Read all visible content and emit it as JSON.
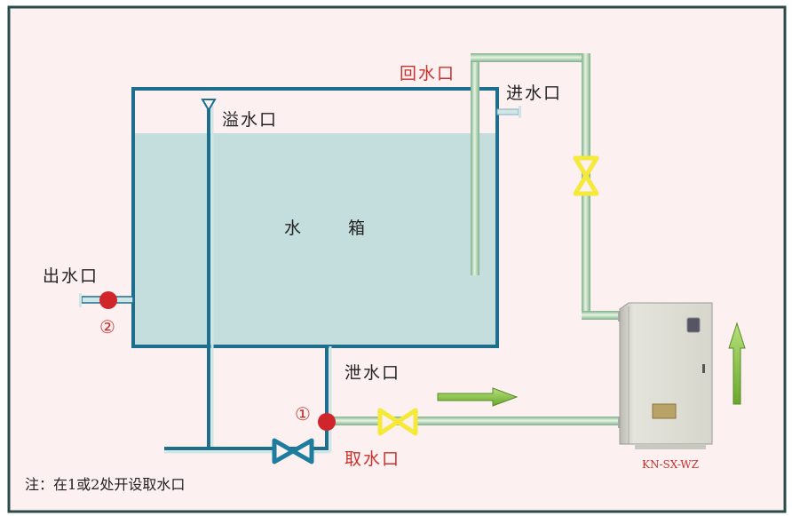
{
  "labels": {
    "return_port": "回水口",
    "inlet_port": "进水口",
    "overflow_port": "溢水口",
    "tank_char1": "水",
    "tank_char2": "箱",
    "outlet_port": "出水口",
    "drain_port": "泄水口",
    "intake_port": "取水口",
    "marker_1": "①",
    "marker_2": "②",
    "device_model": "KN-SX-WZ",
    "note": "注：在1或2处开设取水口"
  },
  "colors": {
    "background": "#fcf0f0",
    "frame": "#2b4b4b",
    "tank_water": "#c4dedd",
    "tank_border": "#1e6e8e",
    "pipe_green": "#b5d9b0",
    "valve_yellow": "#f5e93a",
    "valve_blue": "#1e7d9e",
    "marker_red": "#d0252b",
    "arrow_green": "#8cc63f"
  }
}
